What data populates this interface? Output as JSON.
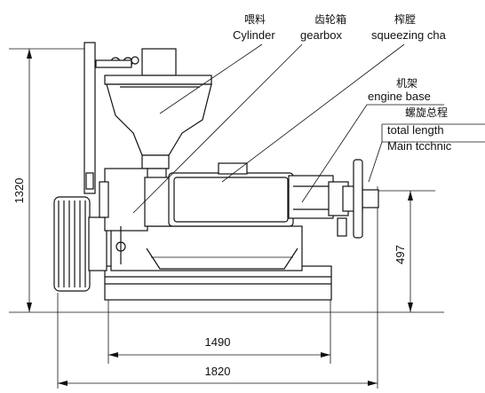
{
  "labels": {
    "cylinder_cn": "喂料",
    "cylinder_en": "Cylinder",
    "gearbox_cn": "齿轮箱",
    "gearbox_en": "gearbox",
    "squeezing_cn": "榨膛",
    "squeezing_en": "squeezing cha",
    "engine_base_cn": "机架",
    "engine_base_en": "engine base",
    "screw_cn": "螺旋总程",
    "total_length_en": "total length",
    "main_tech_en": "Main tcchnic"
  },
  "dimensions": {
    "height_total": "1320",
    "height_shaft": "497",
    "length_base": "1490",
    "length_total": "1820"
  }
}
